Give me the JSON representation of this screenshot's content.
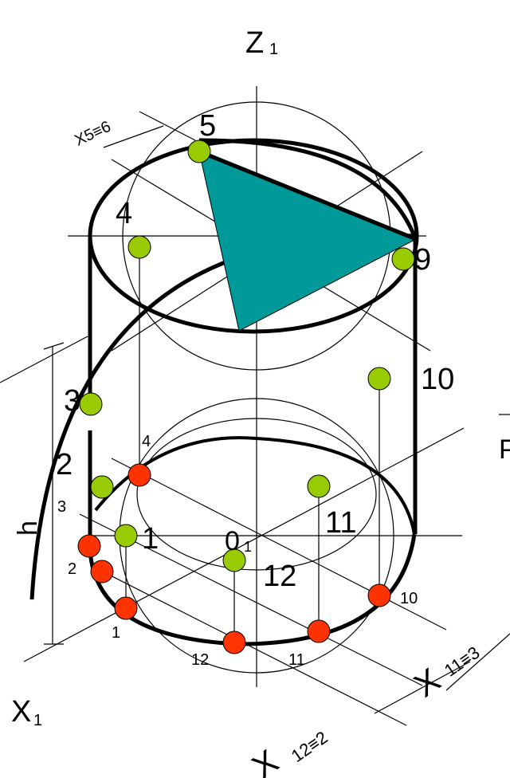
{
  "axes": {
    "z_label": "Z",
    "z_sub": "1",
    "x_label": "X",
    "x_sub": "1",
    "origin_label": "0",
    "origin_sub": "1",
    "h_label": "h",
    "p_label": "P"
  },
  "dimensions": {
    "x56": "X5≡6",
    "x11_main": "X",
    "x11_sub": "11≡3",
    "x12_main": "X",
    "x12_sub": "12≡2"
  },
  "labels": {
    "top_5": "5",
    "top_4": "4",
    "top_9": "9",
    "mid_3": "3",
    "mid_10": "10",
    "mid_2": "2",
    "mid_1": "1",
    "mid_11": "11",
    "mid_12": "12",
    "base_4": "4",
    "base_3": "3",
    "base_2": "2",
    "base_1": "1",
    "base_12": "12",
    "base_11": "11",
    "base_10": "10"
  },
  "colors": {
    "triangle": "#009999",
    "green_point": "#99cc00",
    "red_point": "#ff3300",
    "line": "#000000"
  }
}
